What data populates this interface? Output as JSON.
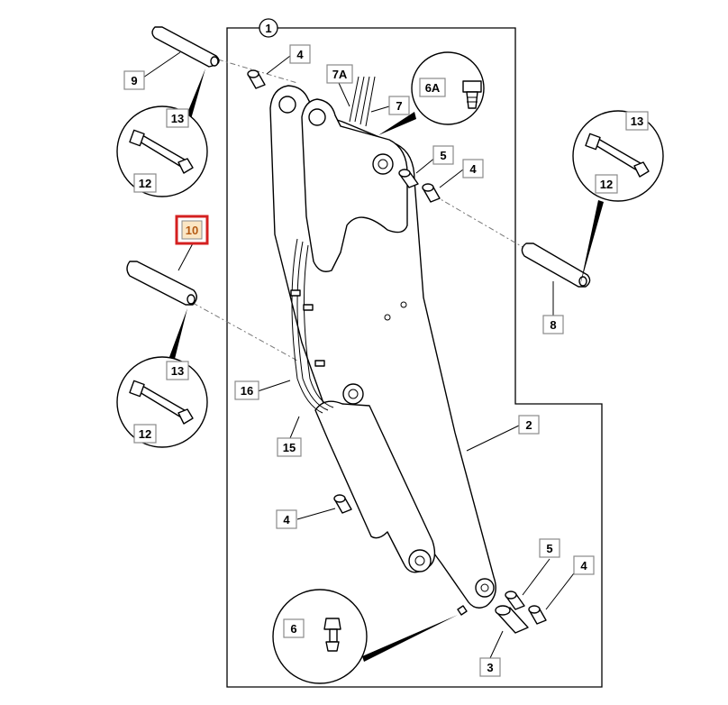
{
  "diagram": {
    "assembly_number": "1",
    "highlighted_part": "10",
    "labels": {
      "p2": "2",
      "p3": "3",
      "p4_top": "4",
      "p4_right": "4",
      "p4_mid": "4",
      "p4_bottom": "4",
      "p5_top": "5",
      "p5_bottom": "5",
      "p6": "6",
      "p6a": "6A",
      "p7": "7",
      "p7a": "7A",
      "p8": "8",
      "p9": "9",
      "p12_a": "12",
      "p13_a": "13",
      "p12_b": "12",
      "p13_b": "13",
      "p12_c": "12",
      "p13_c": "13",
      "p15": "15",
      "p16": "16"
    }
  }
}
